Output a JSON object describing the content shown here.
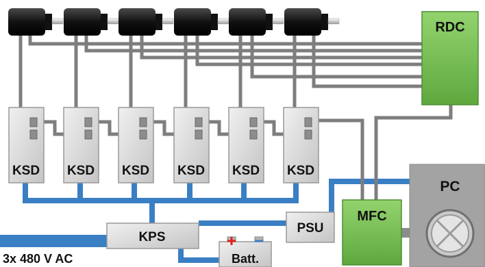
{
  "labels": {
    "rdc": "RDC",
    "ksd": [
      "KSD",
      "KSD",
      "KSD",
      "KSD",
      "KSD",
      "KSD"
    ],
    "kps": "KPS",
    "psu": "PSU",
    "mfc": "MFC",
    "pc": "PC",
    "batt": "Batt.",
    "supply": "3x 480 V AC"
  },
  "colors": {
    "cable_power": "#3a7fc4",
    "cable_signal": "#8c8c8c",
    "green_module": "#7cc35a",
    "grey_module": "#d6d6d6",
    "pc": "#a3a3a3",
    "motor": "#111111",
    "battery_plus": "#e0201b",
    "battery_minus": "#3a7fc4"
  },
  "icons": {
    "motor": "servo-motor-icon",
    "battery": "battery-icon",
    "disk": "disk-drive-icon"
  }
}
